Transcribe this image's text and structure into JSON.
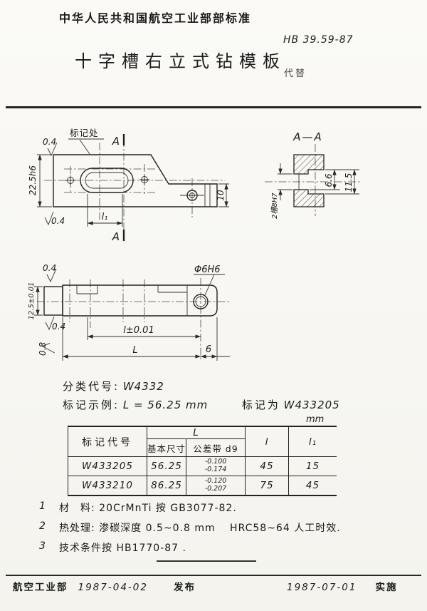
{
  "header": {
    "org": "中华人民共和国航空工业部部标准",
    "standard_no": "HB 39.59-87",
    "title": "十字槽右立式钻模板",
    "replaces": "代替"
  },
  "drawing": {
    "view1": {
      "mark_label": "标记处",
      "section_letter": "A",
      "rough_top": "0.4",
      "rough_bottom": "0.4",
      "height_dim": "22.5h6",
      "l1_dim": "l₁",
      "right_dim": "10"
    },
    "section": {
      "title": "A—A",
      "slot_dim": "2槽8H7",
      "inner_dim": "6.6",
      "outer_dim": "11.5"
    },
    "view2": {
      "hole_dim": "Φ6H6",
      "rough_top": "0.4",
      "rough_bottom": "0.4",
      "rough_end": "0.8",
      "height_dim": "12.5±0.01",
      "l_dim": "l±0.01",
      "L_dim": "L",
      "end_dim": "6"
    }
  },
  "classification": {
    "label1": "分类代号:",
    "value1": "W4332",
    "label2": "标记示例:",
    "value2": "L = 56.25 mm",
    "label3": "标记为",
    "value3": "W433205"
  },
  "table": {
    "unit": "mm",
    "headers": {
      "code": "标记代号",
      "L_group": "L",
      "basic": "基本尺寸",
      "tolerance": "公差带 d9",
      "l": "l",
      "l1": "l₁"
    },
    "rows": [
      {
        "code": "W433205",
        "basic": "56.25",
        "tol_top": "-0.100",
        "tol_bottom": "-0.174",
        "l": "45",
        "l1": "15"
      },
      {
        "code": "W433210",
        "basic": "86.25",
        "tol_top": "-0.120",
        "tol_bottom": "-0.207",
        "l": "75",
        "l1": "45"
      }
    ]
  },
  "notes": [
    {
      "no": "1",
      "text": "材　料: 20CrMnTi 按 GB3077-82."
    },
    {
      "no": "2",
      "text": "热处理: 渗碳深度 0.5~0.8 mm　 HRC58~64 人工时效."
    },
    {
      "no": "3",
      "text": "技术条件按 HB1770-87 ."
    }
  ],
  "footer": {
    "issuer": "航空工业部",
    "issue_date": "1987-04-02",
    "issue_label": "发布",
    "impl_date": "1987-07-01",
    "impl_label": "实施"
  }
}
